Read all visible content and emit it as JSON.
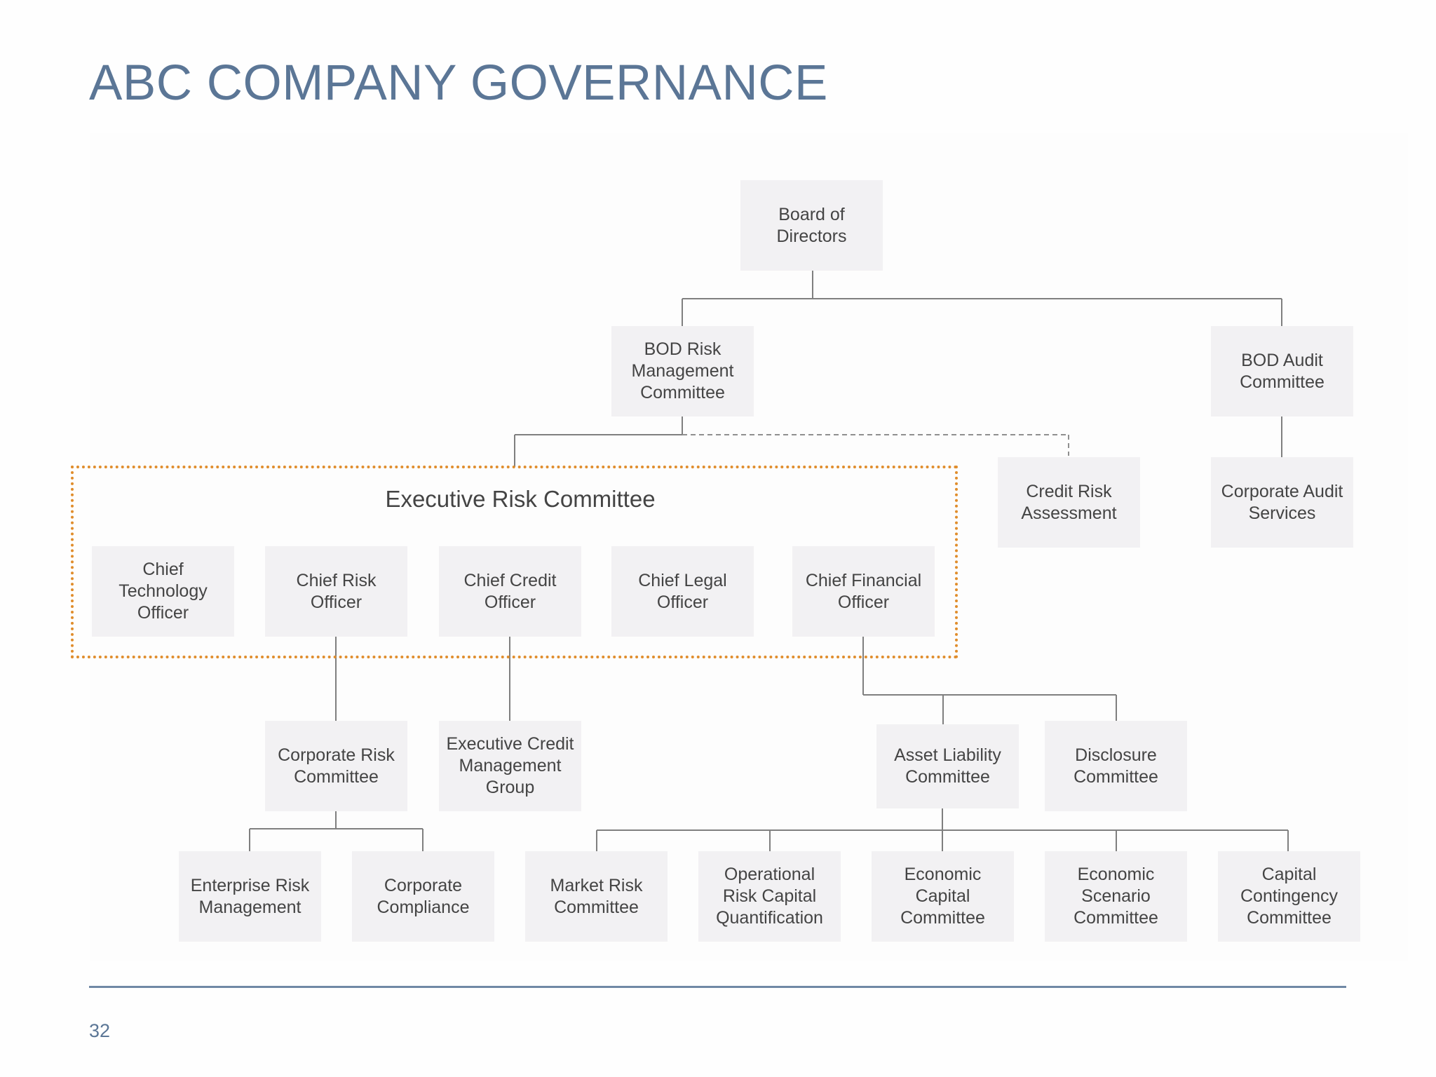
{
  "title": "ABC COMPANY GOVERNANCE",
  "page_number": "32",
  "group": {
    "title": "Executive Risk Committee",
    "frame_color": "#e08d2c"
  },
  "colors": {
    "title": "#5b7696",
    "node_fill": "#f2f1f3",
    "node_text": "#444444",
    "connector": "#7f7f7f",
    "footer_rule": "#7088a5"
  },
  "nodes": {
    "board": "Board of Directors",
    "bod_risk": "BOD Risk Management Committee",
    "bod_audit": "BOD Audit Committee",
    "credit_risk_assessment": "Credit Risk Assessment",
    "corporate_audit": "Corporate Audit Services",
    "cto": "Chief Technology Officer",
    "cro": "Chief Risk Officer",
    "cco": "Chief Credit Officer",
    "clo": "Chief Legal Officer",
    "cfo": "Chief Financial Officer",
    "corporate_risk": "Corporate Risk Committee",
    "exec_credit": "Executive Credit Management Group",
    "alco": "Asset Liability Committee",
    "disclosure": "Disclosure Committee",
    "erm": "Enterprise Risk Management",
    "compliance": "Corporate Compliance",
    "market_risk": "Market Risk Committee",
    "op_risk": "Operational Risk Capital Quantification",
    "econ_capital": "Economic Capital Committee",
    "econ_scenario": "Economic Scenario Committee",
    "capital_contingency": "Capital Contingency Committee"
  },
  "edges": [
    {
      "from": "board",
      "to": "bod_risk",
      "style": "solid"
    },
    {
      "from": "board",
      "to": "bod_audit",
      "style": "solid"
    },
    {
      "from": "bod_risk",
      "to": "executive_risk_committee",
      "style": "solid"
    },
    {
      "from": "bod_risk",
      "to": "credit_risk_assessment",
      "style": "dashed"
    },
    {
      "from": "bod_audit",
      "to": "corporate_audit",
      "style": "solid"
    },
    {
      "from": "cro",
      "to": "corporate_risk",
      "style": "solid"
    },
    {
      "from": "cco",
      "to": "exec_credit",
      "style": "solid"
    },
    {
      "from": "cfo",
      "to": "alco",
      "style": "solid"
    },
    {
      "from": "cfo",
      "to": "disclosure",
      "style": "solid"
    },
    {
      "from": "corporate_risk",
      "to": "erm",
      "style": "solid"
    },
    {
      "from": "corporate_risk",
      "to": "compliance",
      "style": "solid"
    },
    {
      "from": "alco",
      "to": "market_risk",
      "style": "solid"
    },
    {
      "from": "alco",
      "to": "op_risk",
      "style": "solid"
    },
    {
      "from": "alco",
      "to": "econ_capital",
      "style": "solid"
    },
    {
      "from": "alco",
      "to": "econ_scenario",
      "style": "solid"
    },
    {
      "from": "alco",
      "to": "capital_contingency",
      "style": "solid"
    }
  ]
}
